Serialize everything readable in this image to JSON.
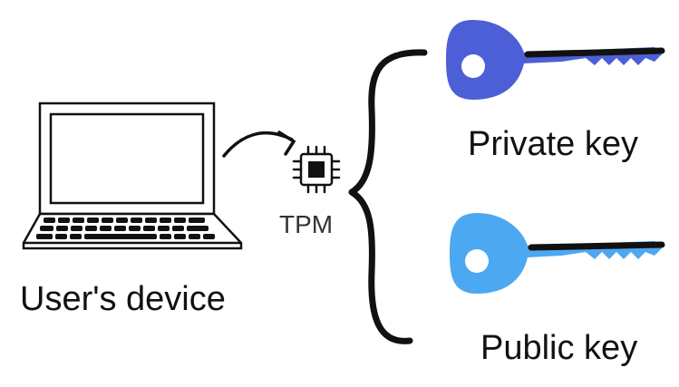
{
  "labels": {
    "device": "User's device",
    "tpm": "TPM",
    "private_key": "Private key",
    "public_key": "Public key"
  },
  "icons": {
    "laptop": "laptop-icon",
    "chip": "chip-icon",
    "arrow": "curved-arrow-icon",
    "brace": "curly-brace-icon",
    "private_key": "key-icon",
    "public_key": "key-icon"
  },
  "colors": {
    "private_key": "#4d5fd6",
    "public_key": "#4da8f2",
    "stroke": "#111111"
  }
}
